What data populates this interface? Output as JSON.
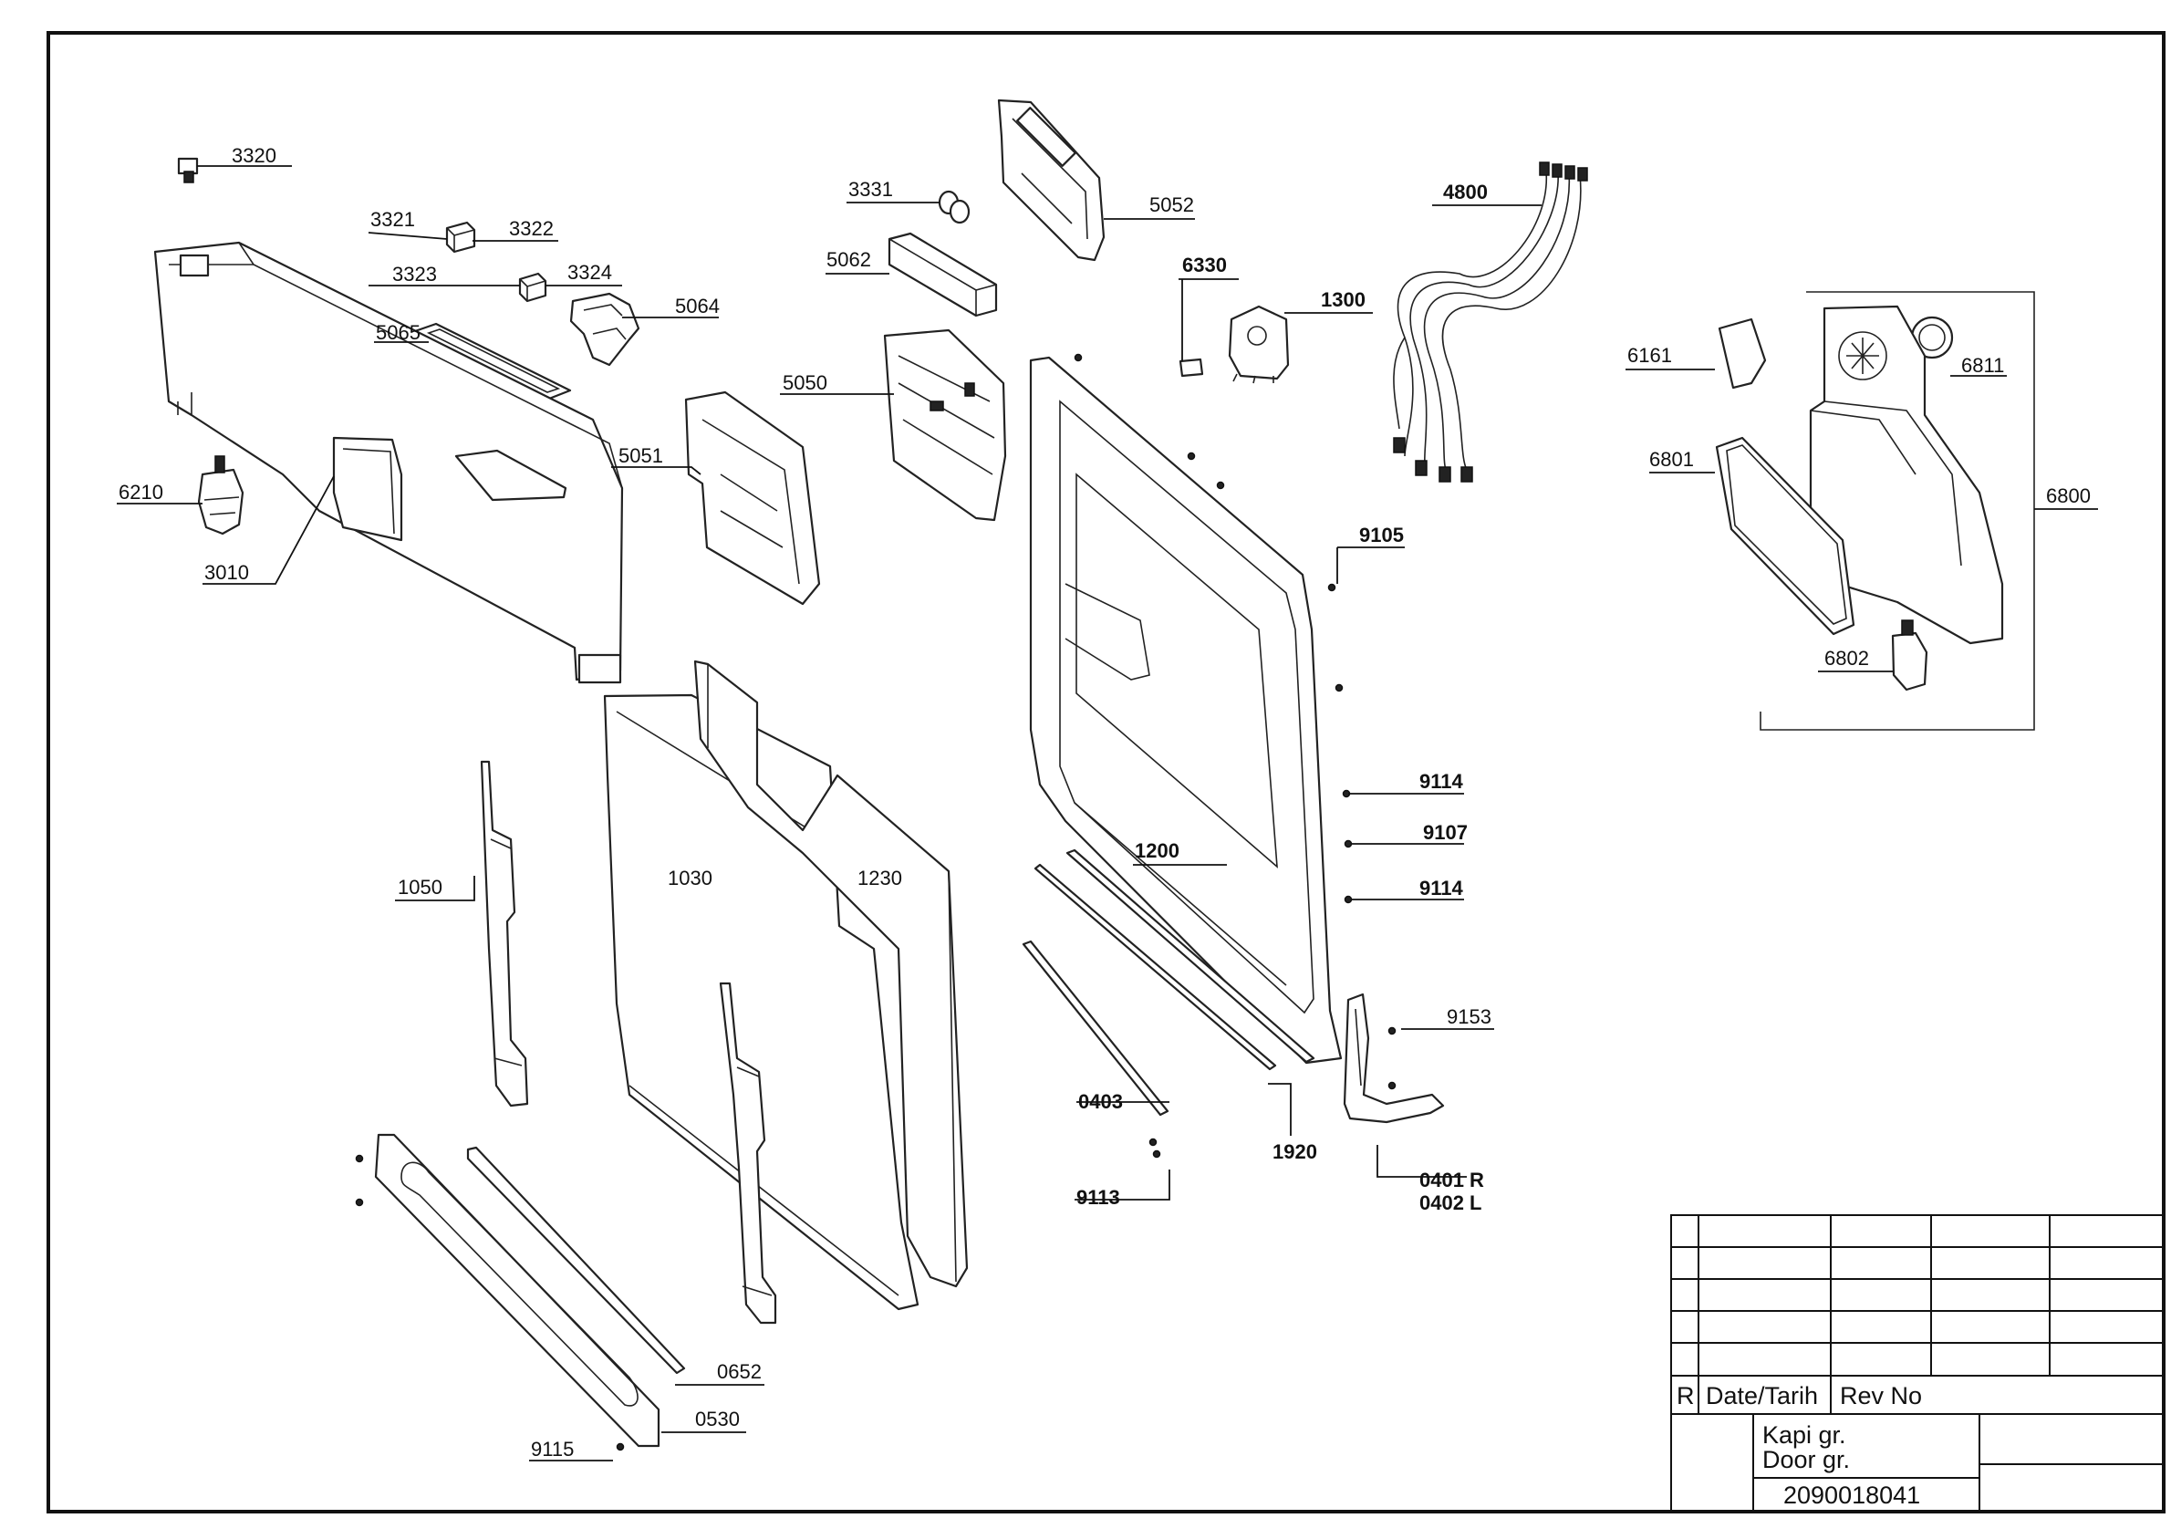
{
  "drawing": {
    "group_tr": "Kapi gr.",
    "group_en": "Door gr.",
    "drawing_number": "2090018041"
  },
  "title_block": {
    "rev_marker": "R",
    "date_header": "Date/Tarih",
    "rev_header": "Rev No"
  },
  "parts": [
    {
      "code": "3320",
      "bold": false
    },
    {
      "code": "3321",
      "bold": false
    },
    {
      "code": "3322",
      "bold": false
    },
    {
      "code": "3323",
      "bold": false
    },
    {
      "code": "3324",
      "bold": false
    },
    {
      "code": "5064",
      "bold": false
    },
    {
      "code": "5065",
      "bold": false
    },
    {
      "code": "6210",
      "bold": false
    },
    {
      "code": "3010",
      "bold": false
    },
    {
      "code": "3331",
      "bold": false
    },
    {
      "code": "5052",
      "bold": false
    },
    {
      "code": "5062",
      "bold": false
    },
    {
      "code": "5050",
      "bold": false
    },
    {
      "code": "5051",
      "bold": false
    },
    {
      "code": "6330",
      "bold": true
    },
    {
      "code": "1300",
      "bold": true
    },
    {
      "code": "4800",
      "bold": true
    },
    {
      "code": "6161",
      "bold": false
    },
    {
      "code": "6811",
      "bold": false
    },
    {
      "code": "6801",
      "bold": false
    },
    {
      "code": "6800",
      "bold": false
    },
    {
      "code": "6802",
      "bold": false
    },
    {
      "code": "9105",
      "bold": true
    },
    {
      "code": "9114",
      "bold": true
    },
    {
      "code": "9107",
      "bold": true
    },
    {
      "code": "9114",
      "bold": true
    },
    {
      "code": "1200",
      "bold": true
    },
    {
      "code": "1050",
      "bold": false
    },
    {
      "code": "1030",
      "bold": false
    },
    {
      "code": "1230",
      "bold": false
    },
    {
      "code": "9153",
      "bold": false
    },
    {
      "code": "0403",
      "bold": true
    },
    {
      "code": "1920",
      "bold": true
    },
    {
      "code": "0401 R",
      "bold": true
    },
    {
      "code": "0402 L",
      "bold": true
    },
    {
      "code": "9113",
      "bold": true
    },
    {
      "code": "0652",
      "bold": false
    },
    {
      "code": "0530",
      "bold": false
    },
    {
      "code": "9115",
      "bold": false
    }
  ]
}
